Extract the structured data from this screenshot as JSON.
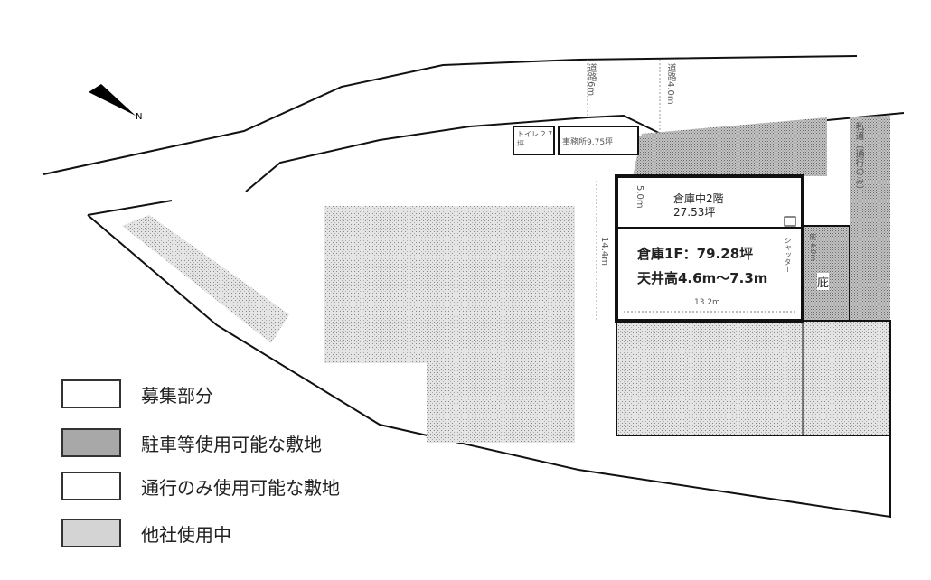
{
  "labels": {
    "road_a": "道路6m",
    "road_b": "道路4.0m",
    "road_right": "私道（通行のみ）",
    "toilet": "トイレ 2.7坪",
    "office": "事務所9.75坪",
    "mezzanine": "倉庫中2階",
    "mezzanine_area": "27.53坪",
    "warehouse_1f": "倉庫1F：79.28坪",
    "ceiling": "天井高4.6m～7.3m",
    "width": "13.2m",
    "depth": "14.4m",
    "mezz_depth": "5.0m",
    "side_dim": "シャッター",
    "eave_dim": "庇 4.0m",
    "eave": "庇"
  },
  "legend": [
    {
      "label": "募集部分",
      "style": "white"
    },
    {
      "label": "駐車等使用可能な敷地",
      "style": "gray"
    },
    {
      "label": "通行のみ使用可能な敷地",
      "style": "white"
    },
    {
      "label": "他社使用中",
      "style": "light-gray"
    }
  ],
  "colors": {
    "line": "#111111",
    "parking": "#9a9a9a",
    "other": "#c8c8c8"
  }
}
